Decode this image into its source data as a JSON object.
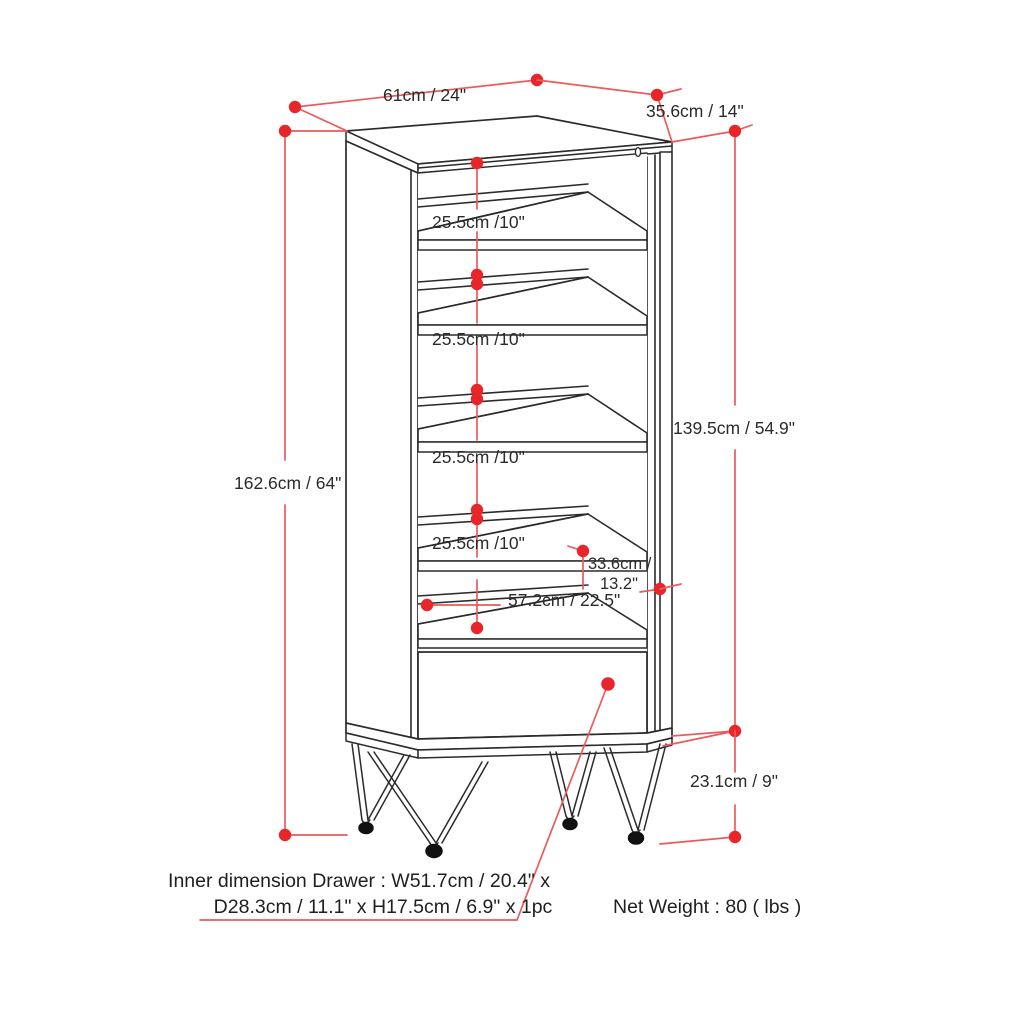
{
  "diagram": {
    "title": "Bookcase with drawer dimension diagram",
    "product": "Tall bookcase with four open shelves, one drawer and hairpin legs",
    "colors": {
      "dimension_red": "#e8262a",
      "dimension_line": "#ea5b5b",
      "outline": "#2b2b2b",
      "text": "#2b2b2b",
      "background": "#ffffff",
      "foot_black": "#111111"
    },
    "units": "cm / inches"
  },
  "dimensions": {
    "width": {
      "label": "61cm / 24\"",
      "name": "overall-width"
    },
    "depth": {
      "label": "35.6cm / 14\"",
      "name": "overall-depth"
    },
    "total_height": {
      "label": "162.6cm / 64\"",
      "name": "overall-height"
    },
    "cabinet_height": {
      "label": "139.5cm / 54.9\"",
      "name": "cabinet-body-height"
    },
    "leg_height": {
      "label": "23.1cm / 9\"",
      "name": "leg-height"
    },
    "shelf_gaps": [
      {
        "label": "25.5cm /10\"",
        "name": "shelf-gap-1"
      },
      {
        "label": "25.5cm /10\"",
        "name": "shelf-gap-2"
      },
      {
        "label": "25.5cm /10\"",
        "name": "shelf-gap-3"
      },
      {
        "label": "25.5cm /10\"",
        "name": "shelf-gap-4"
      }
    ],
    "shelf_width": {
      "label": "57.2cm / 22.5\"",
      "name": "inner-shelf-width"
    },
    "shelf_depth": {
      "line1": "33.6cm /",
      "line2": "13.2\"",
      "name": "inner-shelf-depth"
    }
  },
  "captions": {
    "inner_drawer": {
      "line1": "Inner dimension Drawer : W51.7cm / 20.4\" x",
      "line2": "D28.3cm / 11.1\" x H17.5cm / 6.9\" x 1pc"
    },
    "net_weight": "Net Weight : 80 ( lbs )"
  }
}
